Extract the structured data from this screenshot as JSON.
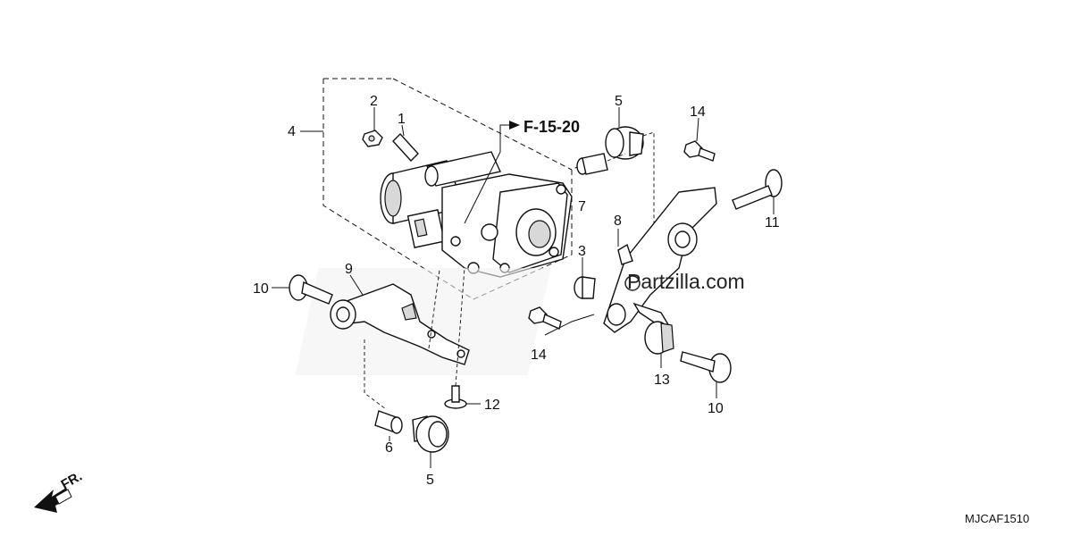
{
  "diagram": {
    "reference": "F-15-20",
    "watermark": "Partzilla.com",
    "diagram_code": "MJCAF1510",
    "front_marker": "FR.",
    "callouts": [
      {
        "id": "c-2",
        "text": "2"
      },
      {
        "id": "c-1",
        "text": "1"
      },
      {
        "id": "c-4",
        "text": "4"
      },
      {
        "id": "c-5-top",
        "text": "5"
      },
      {
        "id": "c-14-top",
        "text": "14"
      },
      {
        "id": "c-7",
        "text": "7"
      },
      {
        "id": "c-8",
        "text": "8"
      },
      {
        "id": "c-11",
        "text": "11"
      },
      {
        "id": "c-3",
        "text": "3"
      },
      {
        "id": "c-9",
        "text": "9"
      },
      {
        "id": "c-10-left",
        "text": "10"
      },
      {
        "id": "c-14-bot",
        "text": "14"
      },
      {
        "id": "c-13",
        "text": "13"
      },
      {
        "id": "c-10-right",
        "text": "10"
      },
      {
        "id": "c-12",
        "text": "12"
      },
      {
        "id": "c-6",
        "text": "6"
      },
      {
        "id": "c-5-bot",
        "text": "5"
      }
    ]
  }
}
